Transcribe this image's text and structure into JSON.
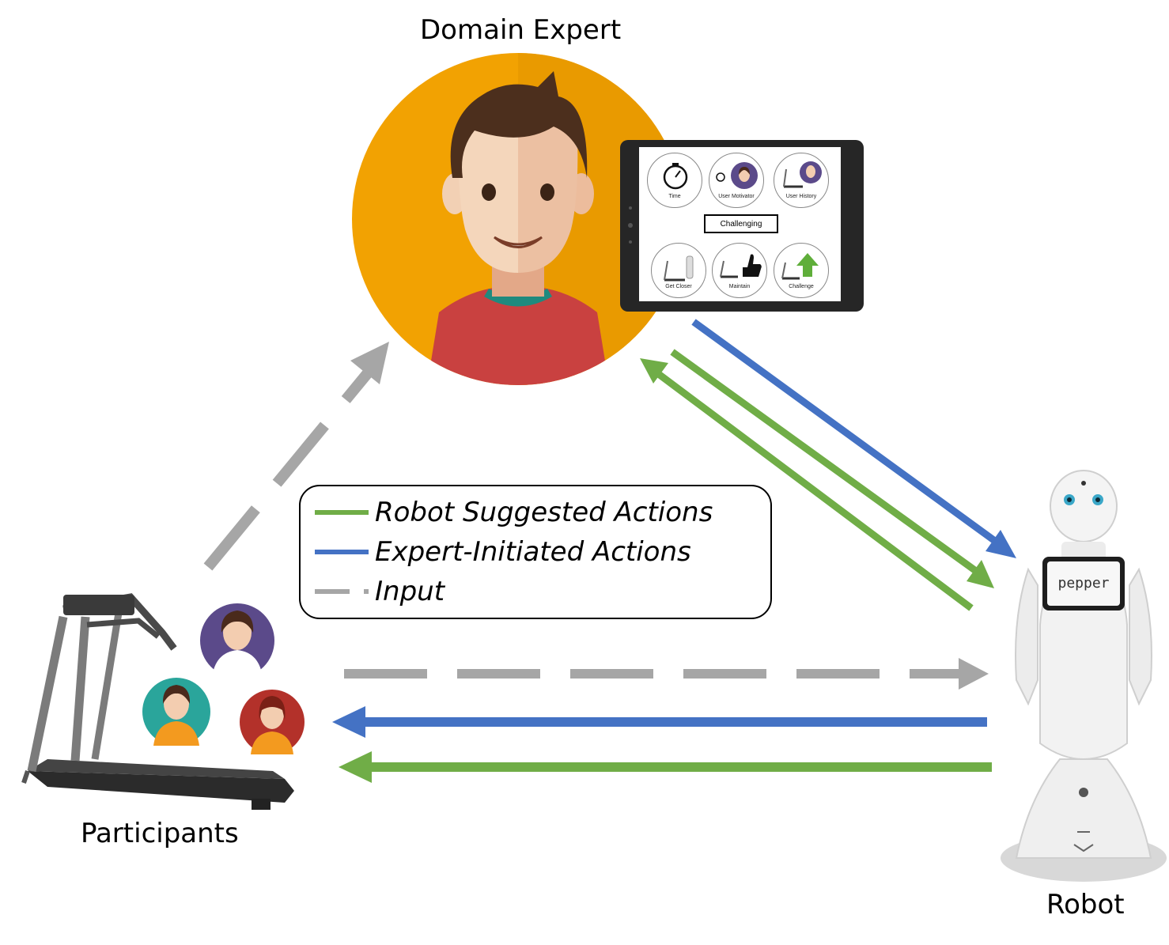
{
  "nodes": {
    "expert": "Domain Expert",
    "participants": "Participants",
    "robot": "Robot",
    "robot_screen": "pepper"
  },
  "legend": {
    "items": [
      {
        "label": "Robot Suggested Actions",
        "color": "#70ad47",
        "style": "solid"
      },
      {
        "label": "Expert-Initiated Actions",
        "color": "#4472c4",
        "style": "solid"
      },
      {
        "label": "Input",
        "color": "#a6a6a6",
        "style": "dashed"
      }
    ]
  },
  "tablet": {
    "buttons": [
      "Time",
      "User Motivator",
      "User History",
      "Get Closer",
      "Maintain",
      "Challenge"
    ],
    "status": "Challenging"
  },
  "colors": {
    "green": "#70ad47",
    "blue": "#4472c4",
    "gray": "#a6a6a6",
    "expert_bg": "#f2a202"
  }
}
